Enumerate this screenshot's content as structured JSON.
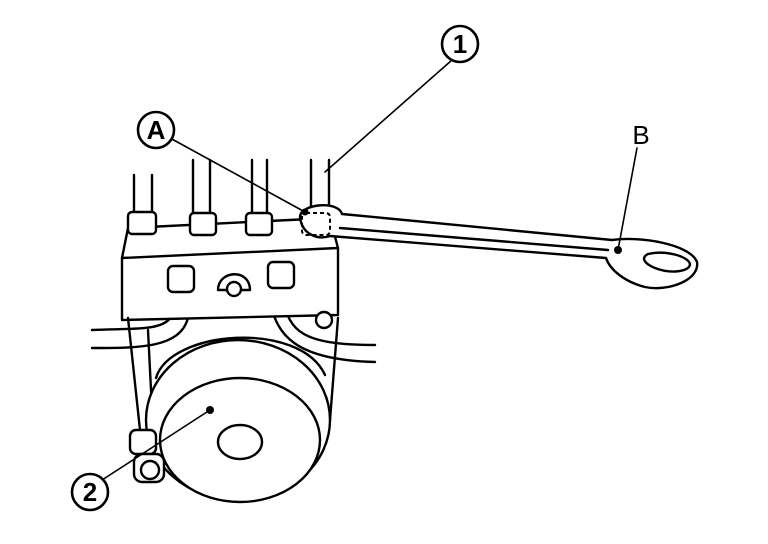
{
  "callouts": {
    "one": "1",
    "two": "2",
    "a": "A",
    "b": "B"
  },
  "icons": [
    "pipe-icon",
    "wrench-icon",
    "actuator-icon"
  ]
}
